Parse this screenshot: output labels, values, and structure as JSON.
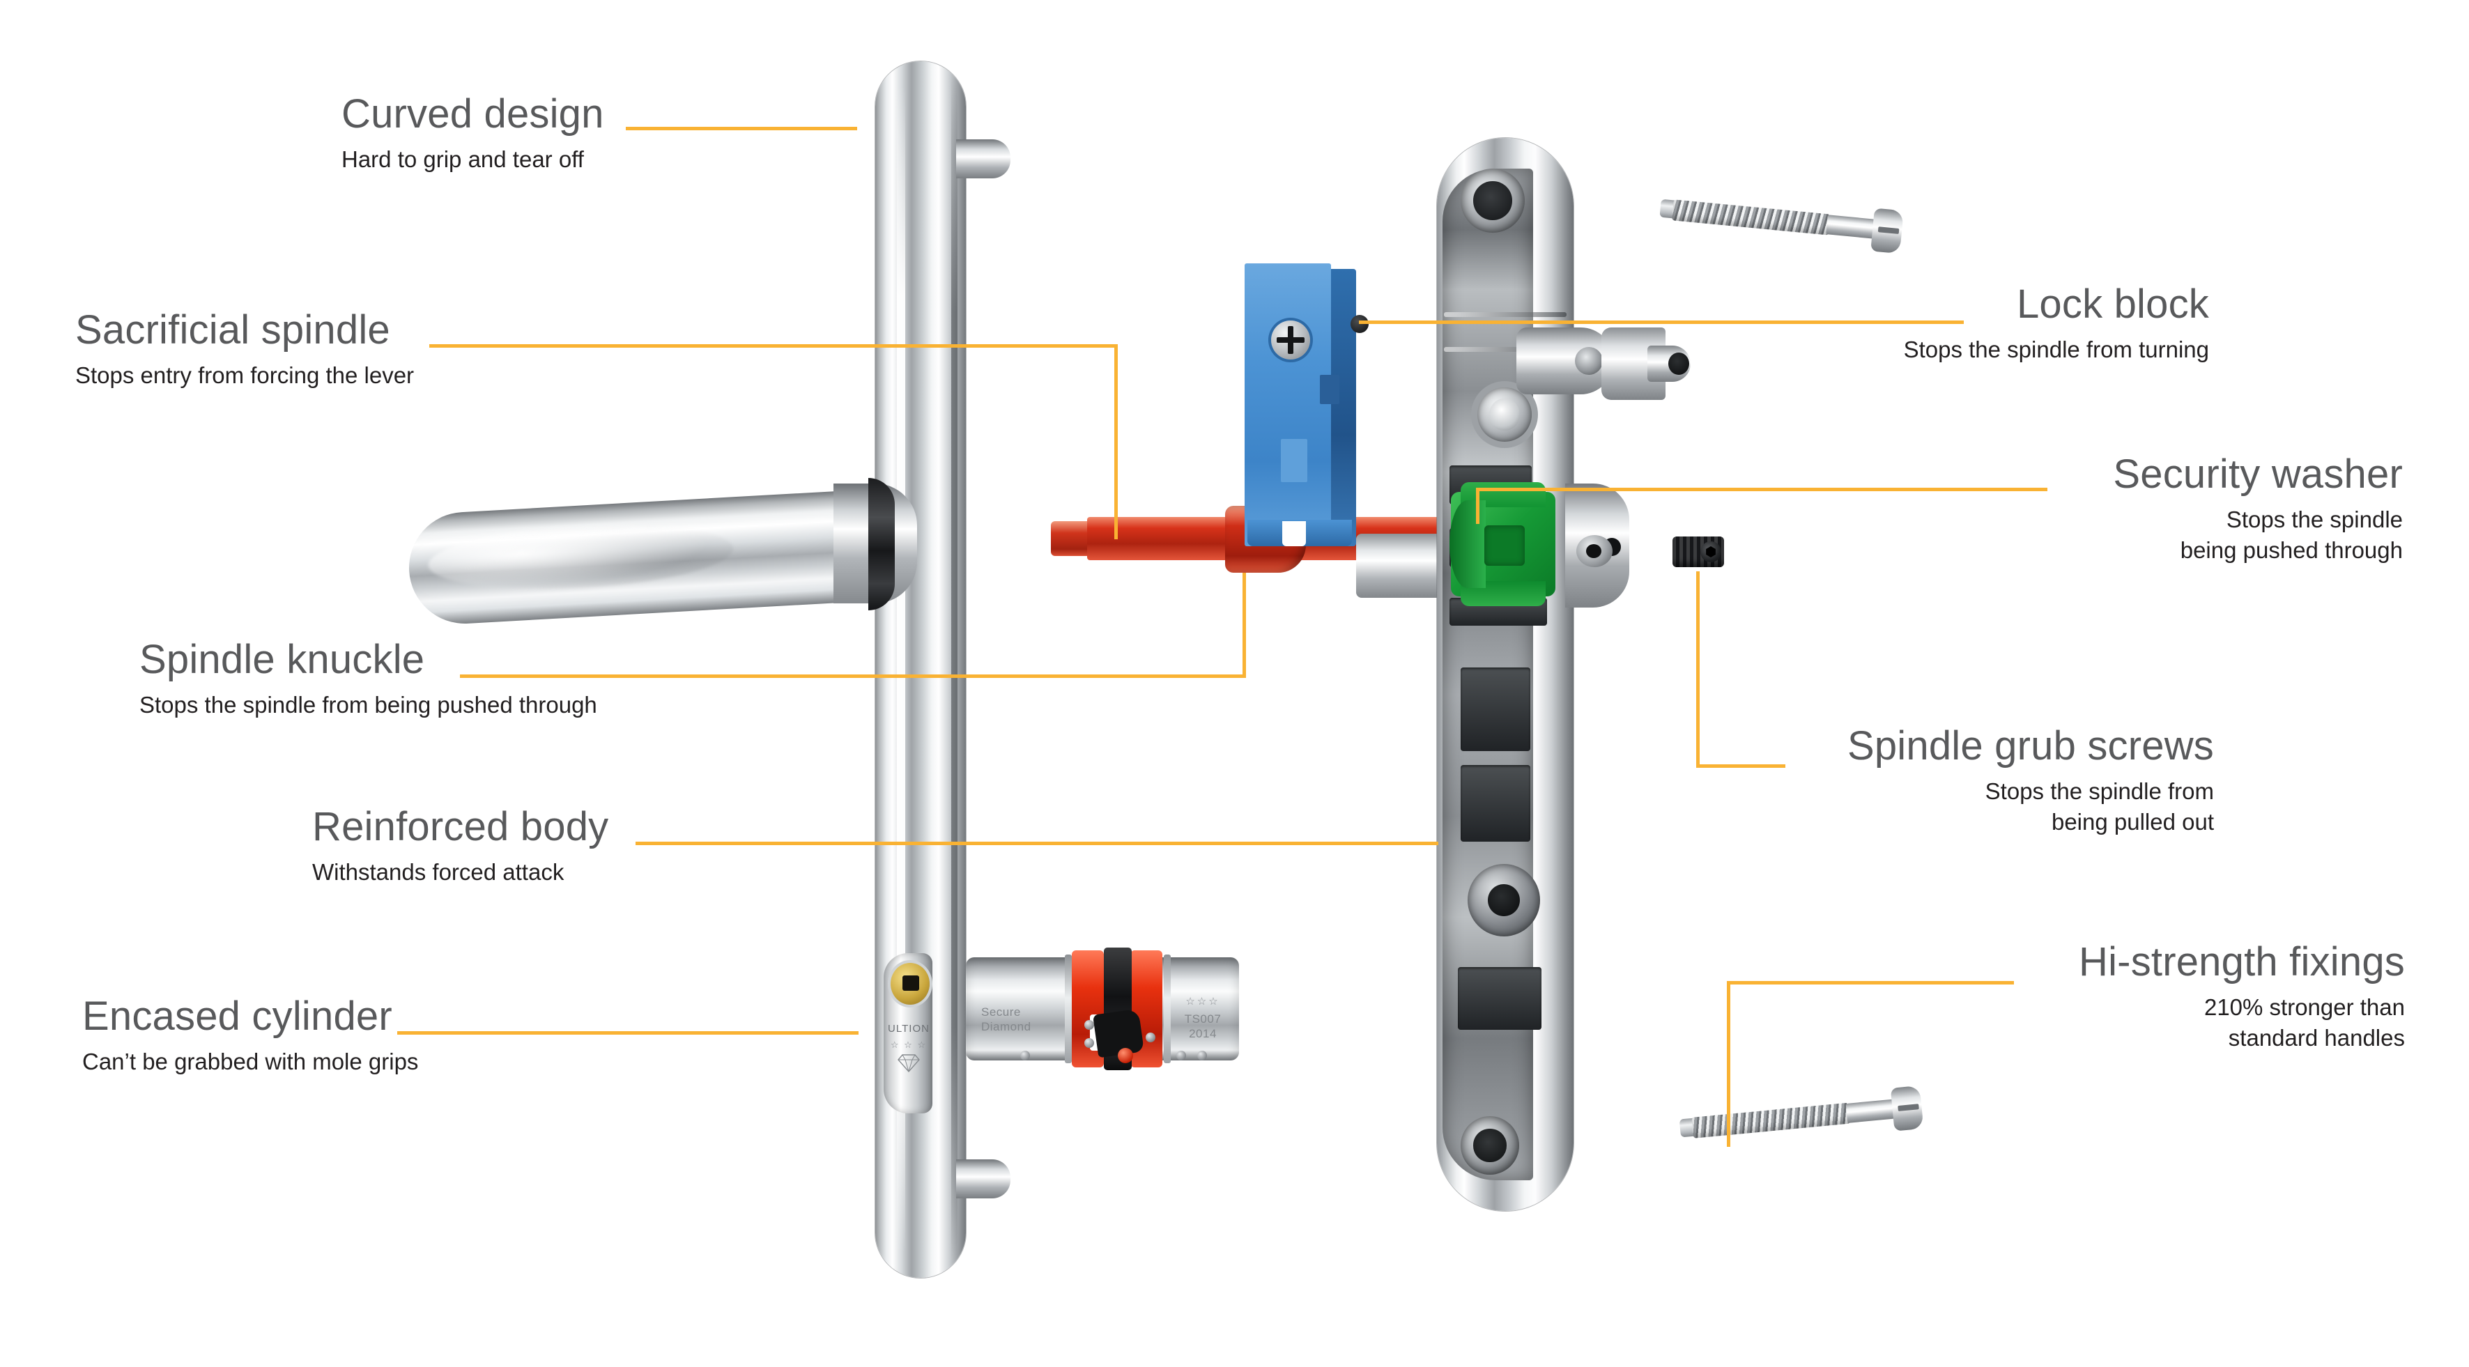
{
  "diagram": {
    "title": "Door handle security features exploded diagram",
    "accent_color": "#f9b233",
    "heading_color": "#58595b",
    "subtitle_color": "#221f20",
    "background_color": "#ffffff"
  },
  "callouts": {
    "left": [
      {
        "id": "curved-design",
        "title": "Curved design",
        "subtitle": "Hard to grip and tear off"
      },
      {
        "id": "sacrificial-spindle",
        "title": "Sacrificial spindle",
        "subtitle": "Stops entry from forcing the lever"
      },
      {
        "id": "spindle-knuckle",
        "title": "Spindle knuckle",
        "subtitle": "Stops the spindle from being pushed through"
      },
      {
        "id": "reinforced-body",
        "title": "Reinforced body",
        "subtitle": "Withstands forced attack"
      },
      {
        "id": "encased-cylinder",
        "title": "Encased cylinder",
        "subtitle": "Can’t be grabbed with mole grips"
      }
    ],
    "right": [
      {
        "id": "lock-block",
        "title": "Lock block",
        "subtitle": "Stops the spindle from turning"
      },
      {
        "id": "security-washer",
        "title": "Security washer",
        "subtitle": "Stops the spindle\nbeing pushed through"
      },
      {
        "id": "spindle-grub-screws",
        "title": "Spindle grub screws",
        "subtitle": "Stops the spindle from\nbeing pulled out"
      },
      {
        "id": "hi-strength-fixings",
        "title": "Hi-strength fixings",
        "subtitle": "210% stronger than\nstandard handles"
      }
    ]
  },
  "product": {
    "cylinder": {
      "brand": "ULTION",
      "stars": "☆ ☆ ☆",
      "left_marking": "Secure\nDiamond",
      "right_marking": "TS007\n2014",
      "right_stars": "☆☆☆"
    },
    "parts": {
      "lock_block_color": "#4c93d4",
      "spindle_color": "#d7321a",
      "security_washer_color": "#169a36",
      "chrome_color": "#cfd3d6"
    }
  }
}
